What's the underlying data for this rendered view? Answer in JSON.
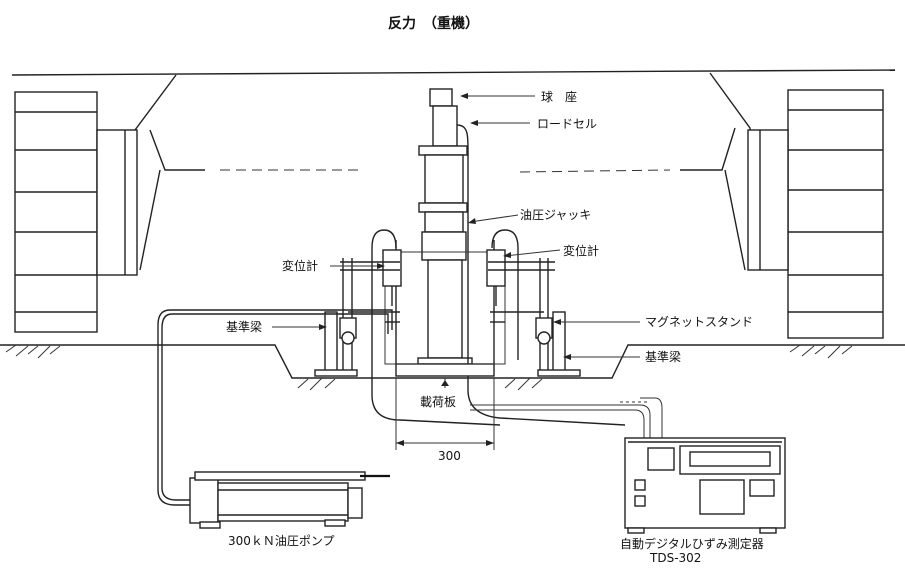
{
  "title": "反力　（重機）",
  "labels": {
    "ball_seat": "球　座",
    "load_cell": "ロードセル",
    "hydraulic_jack": "油圧ジャッキ",
    "displacement_left": "変位計",
    "displacement_right": "変位計",
    "reference_beam_left": "基準梁",
    "reference_beam_right": "基準梁",
    "magnet_stand": "マグネットスタンド",
    "loading_plate": "載荷板",
    "dimension": "300",
    "pump": "300ｋＮ油圧ポンプ",
    "recorder_name": "自動デジタルひずみ測定器",
    "recorder_model": "TDS-302"
  },
  "colors": {
    "line": "#222222",
    "background": "#ffffff"
  }
}
